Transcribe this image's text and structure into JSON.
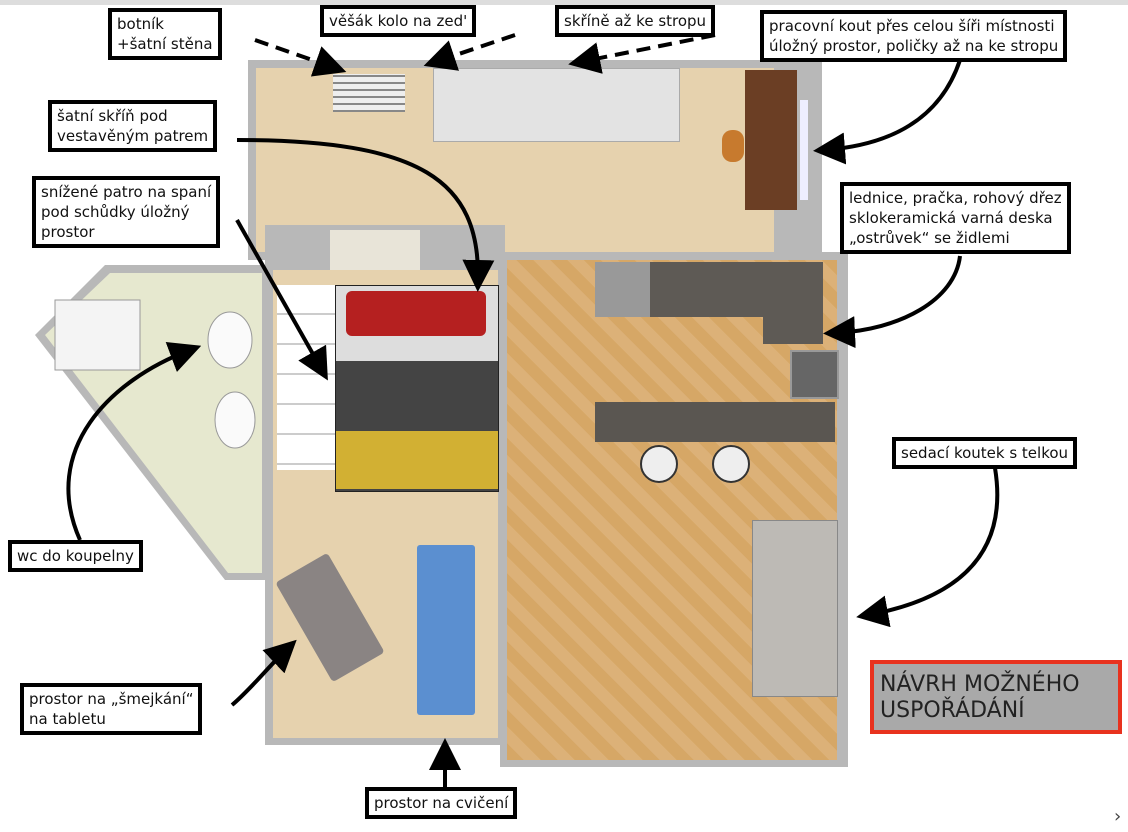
{
  "labels": {
    "shoe_rack": [
      "botník",
      "+šatní stěna"
    ],
    "bike_hanger": "věšák kolo na zed'",
    "wardrobes": "skříně až ke stropu",
    "workspace": [
      "pracovní kout přes celou šíři místnosti",
      "úložný prostor, poličky až na ke stropu"
    ],
    "wardrobe_under": [
      "šatní skříň pod",
      "vestavěným patrem"
    ],
    "sleeping_level": [
      "snížené patro na spaní",
      "pod schůdky úložný",
      "prostor"
    ],
    "kitchen": [
      "lednice, pračka, rohový dřez",
      "sklokeramická varná deska",
      "„ostrůvek“ se židlemi"
    ],
    "seating": "sedací koutek s telkou",
    "wc": "wc do koupelny",
    "tablet": [
      "prostor na „šmejkání“",
      "na tabletu"
    ],
    "exercise": "prostor na cvičení"
  },
  "title": [
    "NÁVRH MOŽNÉHO",
    "USPOŘÁDÁNÍ"
  ],
  "colors": {
    "title_border": "#e8321e",
    "title_bg": "#a9a9a9",
    "floor": "#e6d2ae",
    "herringbone": "#d8aa6c",
    "tiles": "#e6e8cf"
  }
}
